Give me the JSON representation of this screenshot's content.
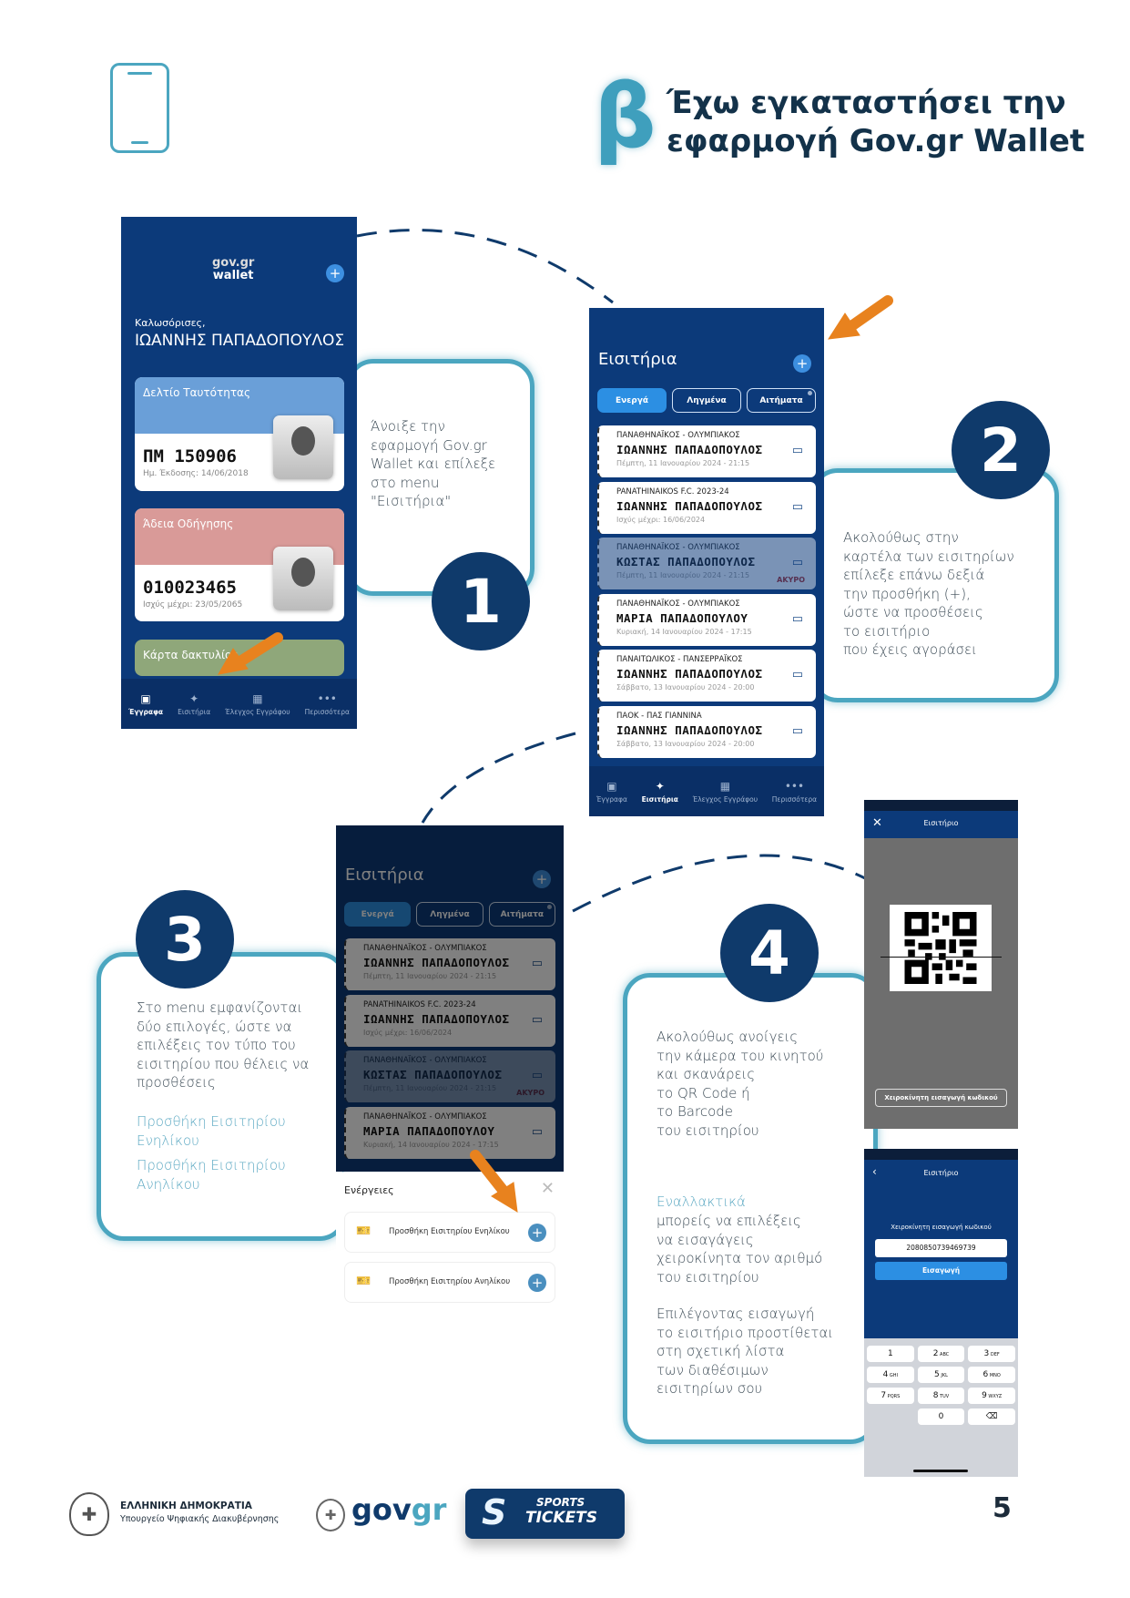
{
  "header": {
    "badge": "β",
    "title_line1": "Έχω εγκαταστήσει την",
    "title_line2": "εφαρμογή Gov.gr Wallet"
  },
  "phone1": {
    "logo_line1": "gov.gr",
    "logo_line2": "wallet",
    "welcome": "Καλωσόρισες,",
    "name": "ΙΩΑΝΝΗΣ ΠΑΠΑΔΟΠΟΥΛΟΣ",
    "cards": [
      {
        "title": "Δελτίο Ταυτότητας",
        "number": "ΠΜ 150906",
        "sub": "Ημ. Έκδοσης: 14/06/2018"
      },
      {
        "title": "Άδεια Οδήγησης",
        "number": "010023465",
        "sub": "Ισχύς μέχρι: 23/05/2065"
      },
      {
        "title": "Κάρτα δακτυλίου"
      }
    ]
  },
  "nav": [
    {
      "label": "Έγγραφα",
      "icon": "document-icon",
      "glyph": "▣"
    },
    {
      "label": "Εισιτήρια",
      "icon": "ticket-icon",
      "glyph": "✦"
    },
    {
      "label": "Έλεγχος Εγγράφου",
      "icon": "qr-icon",
      "glyph": "▦"
    },
    {
      "label": "Περισσότερα",
      "icon": "more-icon",
      "glyph": "•••"
    }
  ],
  "tickets_screen": {
    "title": "Εισιτήρια",
    "tabs": [
      "Ενεργά",
      "Ληγμένα",
      "Αιτήματα"
    ],
    "void_label": "ΑΚΥΡΟ",
    "tickets": [
      {
        "match": "ΠΑΝΑΘΗΝΑΪΚΟΣ - ΟΛΥΜΠΙΑΚΟΣ",
        "name": "ΙΩΑΝΝΗΣ ΠΑΠΑΔΟΠΟΥΛΟΣ",
        "date": "Πέμπτη, 11 Ιανουαρίου 2024 - 21:15"
      },
      {
        "match": "PANATHINAIKOS F.C. 2023-24",
        "name": "ΙΩΑΝΝΗΣ ΠΑΠΑΔΟΠΟΥΛΟΣ",
        "date": "Ισχύς μέχρι: 16/06/2024"
      },
      {
        "match": "ΠΑΝΑΘΗΝΑΪΚΟΣ - ΟΛΥΜΠΙΑΚΟΣ",
        "name": "ΚΩΣΤΑΣ ΠΑΠΑΔΟΠΟΥΛΟΣ",
        "date": "Πέμπτη, 11 Ιανουαρίου 2024 - 21:15",
        "void": true
      },
      {
        "match": "ΠΑΝΑΘΗΝΑΪΚΟΣ - ΟΛΥΜΠΙΑΚΟΣ",
        "name": "ΜΑΡΙΑ ΠΑΠΑΔΟΠΟΥΛΟΥ",
        "date": "Κυριακή, 14 Ιανουαρίου 2024 - 17:15"
      },
      {
        "match": "ΠΑΝΑΙΤΩΛΙΚΟΣ - ΠΑΝΣΕΡΡΑΪΚΟΣ",
        "name": "ΙΩΑΝΝΗΣ ΠΑΠΑΔΟΠΟΥΛΟΣ",
        "date": "Σάββατο, 13 Ιανουαρίου 2024 - 20:00"
      },
      {
        "match": "ΠΑΟΚ - ΠΑΣ ΓΙΑΝΝΙΝΑ",
        "name": "ΙΩΑΝΝΗΣ ΠΑΠΑΔΟΠΟΥΛΟΣ",
        "date": "Σάββατο, 13 Ιανουαρίου 2024 - 20:00"
      }
    ]
  },
  "sheet": {
    "title": "Ενέργειες",
    "options": [
      "Προσθήκη Εισιτηρίου Ενηλίκου",
      "Προσθήκη Εισιτηρίου Ανηλίκου"
    ]
  },
  "scan": {
    "title": "Εισιτήριο",
    "manual_button": "Χειροκίνητη εισαγωγή κωδικού"
  },
  "manual": {
    "title": "Εισιτήριο",
    "label": "Χειροκίνητη εισαγωγή κωδικού",
    "code": "2080850739469739",
    "submit": "Εισαγωγή",
    "keys": [
      [
        "1",
        ""
      ],
      [
        "2",
        "ABC"
      ],
      [
        "3",
        "DEF"
      ],
      [
        "4",
        "GHI"
      ],
      [
        "5",
        "JKL"
      ],
      [
        "6",
        "MNO"
      ],
      [
        "7",
        "PQRS"
      ],
      [
        "8",
        "TUV"
      ],
      [
        "9",
        "WXYZ"
      ],
      [
        "",
        ""
      ],
      [
        "0",
        ""
      ],
      [
        "⌫",
        ""
      ]
    ]
  },
  "steps": {
    "s1": {
      "num": "1",
      "text": "Άνοιξε την\nεφαρμογή Gov.gr\nWallet και επίλεξε\nστο menu\n\"Εισιτήρια\""
    },
    "s2": {
      "num": "2",
      "text": "Ακολούθως στην\nκαρτέλα των εισιτηρίων\nεπίλεξε επάνω δεξιά\nτην προσθήκη (+),\nώστε να προσθέσεις\nτο εισιτήριο\nπου έχεις αγοράσει"
    },
    "s3": {
      "num": "3",
      "text": "Στο menu εμφανίζονται\nδύο επιλογές, ώστε να\nεπιλέξεις τον τύπο του\nεισιτηρίου που θέλεις να\nπροσθέσεις",
      "opt1": "Προσθήκη Εισιτηρίου\nΕνηλίκου",
      "opt2": "Προσθήκη Εισιτηρίου\nΑνηλίκου"
    },
    "s4": {
      "num": "4",
      "text": "Ακολούθως ανοίγεις\nτην κάμερα του κινητού\nκαι σκανάρεις\nτο QR Code ή\nτο Barcode\nτου εισιτηρίου",
      "alt_title": "Εναλλακτικά",
      "alt_text": "μπορείς να επιλέξεις\nνα εισαγάγεις\nχειροκίνητα τον αριθμό\nτου εισιτηρίου",
      "final": "Επιλέγοντας εισαγωγή\nτο εισιτήριο προστίθεται\nστη σχετική λίστα\nτων διαθέσιμων\nεισιτηρίων σου"
    }
  },
  "footer": {
    "republic": "ΕΛΛΗΝΙΚΗ ΔΗΜΟΚΡΑΤΙΑ",
    "ministry": "Υπουργείο Ψηφιακής Διακυβέρνησης",
    "govgr_a": "gov",
    "govgr_b": "gr",
    "sports": "SPORTS",
    "tickets": "TICKETS",
    "page": "5"
  },
  "colors": {
    "navy": "#0f3a6b",
    "teal": "#4ba6c0",
    "orange": "#e8821e",
    "app_blue": "#0c3a7a"
  }
}
